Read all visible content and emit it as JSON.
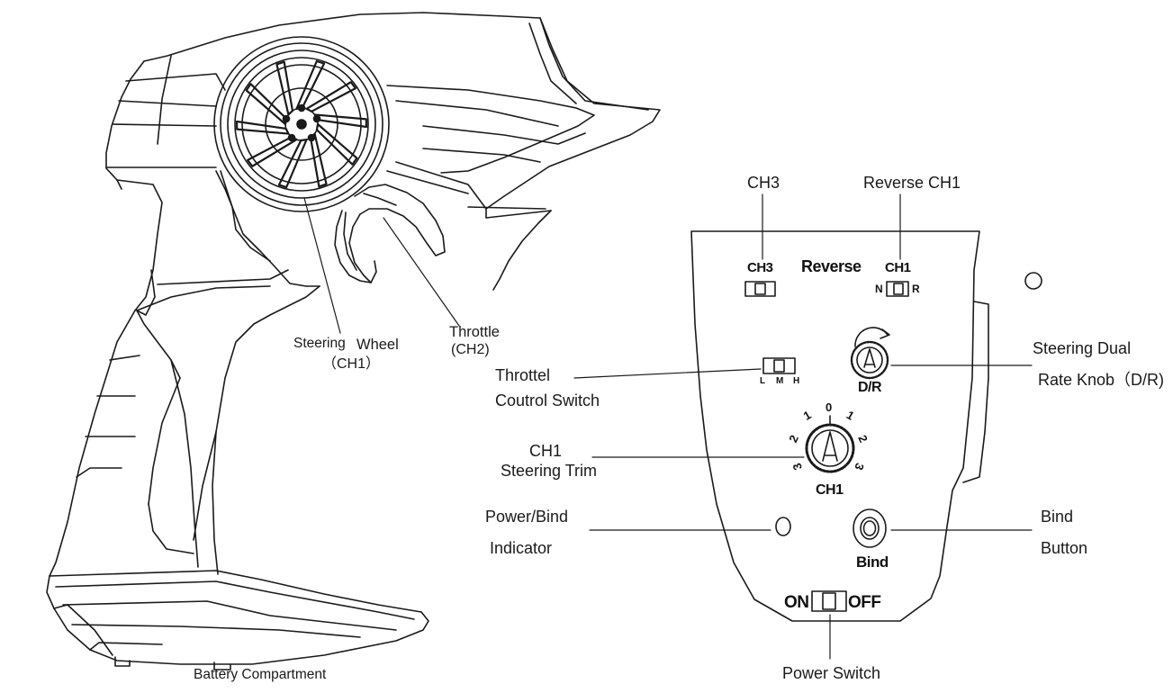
{
  "transmitter": {
    "steering_wheel_label": [
      "Steering",
      "Wheel"
    ],
    "steering_wheel_channel": "（CH1）",
    "throttle_label": "Throttle",
    "throttle_channel": "(CH2)",
    "battery_label": "Battery Compartment"
  },
  "panel": {
    "ch3_switch": "CH3",
    "reverse_title": "Reverse",
    "ch1_switch": "CH1",
    "reverse_n": "N",
    "reverse_r": "R",
    "throttle_switch_positions": [
      "L",
      "M",
      "H"
    ],
    "dr_knob": "D/R",
    "trim_dial_center": "0",
    "trim_dial_left": [
      "1",
      "2",
      "3"
    ],
    "trim_dial_right": [
      "1",
      "2",
      "3"
    ],
    "trim_dial_label": "CH1",
    "bind_button": "Bind",
    "power_on": "ON",
    "power_off": "OFF"
  },
  "callouts": {
    "ch3": "CH3",
    "reverse_ch1": "Reverse CH1",
    "throttle_switch": [
      "Throttel",
      "Coutrol Switch"
    ],
    "steering_dual_rate": [
      "Steering Dual",
      "Rate Knob（D/R)"
    ],
    "steering_trim": [
      "CH1",
      "Steering Trim"
    ],
    "power_bind_indicator": [
      "Power/Bind",
      "Indicator"
    ],
    "bind_button": [
      "Bind",
      "Button"
    ],
    "power_switch": "Power Switch"
  }
}
